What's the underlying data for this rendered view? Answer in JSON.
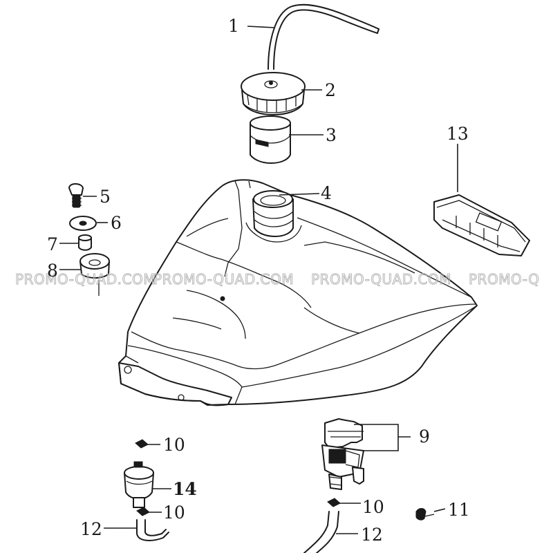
{
  "callouts": {
    "c1": "1",
    "c2": "2",
    "c3": "3",
    "c4": "4",
    "c5": "5",
    "c6": "6",
    "c7": "7",
    "c8": "8",
    "c9": "9",
    "c10a": "10",
    "c10b": "10",
    "c10c": "10",
    "c11": "11",
    "c12a": "12",
    "c12b": "12",
    "c13": "13",
    "c14": "14"
  },
  "watermark": {
    "w1": "PROMO-QUAD.COM",
    "w2": "PROMO-QUAD.COM",
    "w3": "PROMO-QUAD.COM",
    "w4": "PROMO-Q"
  },
  "colors": {
    "line": "#1a1a1a",
    "watermark": "#b5b5b5",
    "background": "#ffffff"
  }
}
